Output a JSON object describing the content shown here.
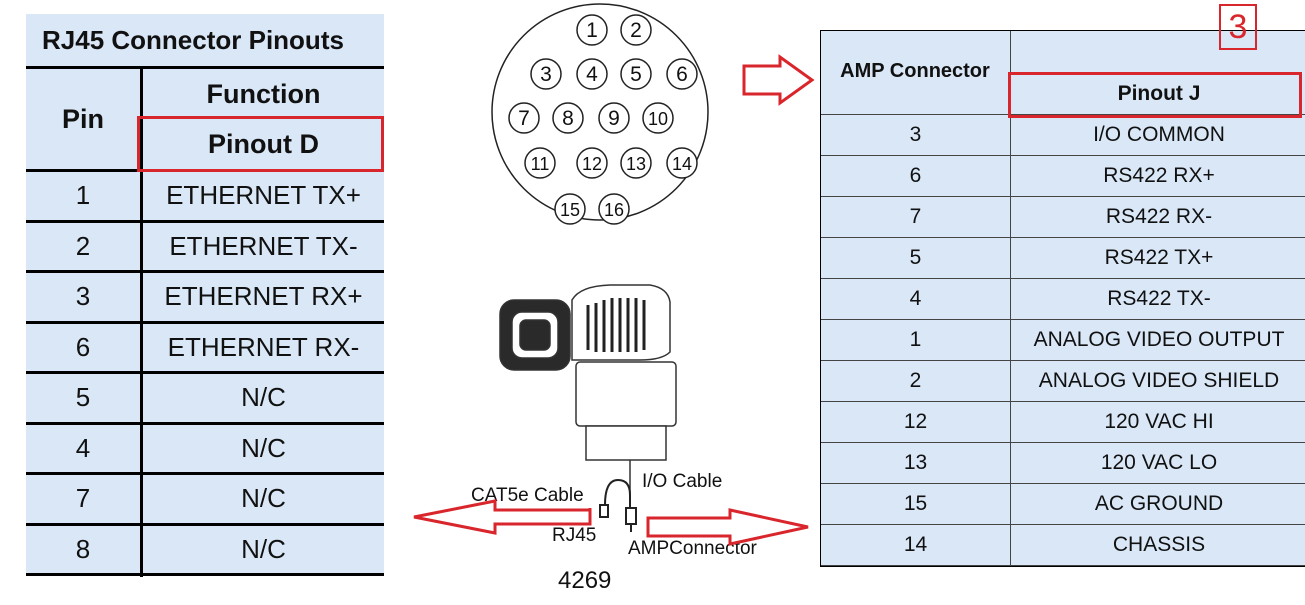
{
  "rj45_table": {
    "title": "RJ45 Connector Pinouts",
    "col_pin": "Pin",
    "col_function": "Function",
    "col_pinout": "Pinout D",
    "rows": [
      {
        "pin": "1",
        "function": "ETHERNET TX+"
      },
      {
        "pin": "2",
        "function": "ETHERNET TX-"
      },
      {
        "pin": "3",
        "function": "ETHERNET RX+"
      },
      {
        "pin": "6",
        "function": "ETHERNET RX-"
      },
      {
        "pin": "5",
        "function": "N/C"
      },
      {
        "pin": "4",
        "function": "N/C"
      },
      {
        "pin": "7",
        "function": "N/C"
      },
      {
        "pin": "8",
        "function": "N/C"
      }
    ]
  },
  "connector_face": {
    "pins": [
      "1",
      "2",
      "3",
      "4",
      "5",
      "6",
      "7",
      "8",
      "9",
      "10",
      "11",
      "12",
      "13",
      "14",
      "15",
      "16"
    ]
  },
  "cable_diagram": {
    "cat5e_label": "CAT5e Cable",
    "io_label": "I/O Cable",
    "rj45_label": "RJ45",
    "amp_label": "AMPConnector",
    "model_number": "4269"
  },
  "amp_table": {
    "col_connector": "AMP Connector",
    "col_pinout": "Pinout J",
    "badge": "3",
    "rows": [
      {
        "pin": "3",
        "function": "I/O COMMON"
      },
      {
        "pin": "6",
        "function": "RS422 RX+"
      },
      {
        "pin": "7",
        "function": "RS422 RX-"
      },
      {
        "pin": "5",
        "function": "RS422 TX+"
      },
      {
        "pin": "4",
        "function": "RS422 TX-"
      },
      {
        "pin": "1",
        "function": "ANALOG VIDEO OUTPUT"
      },
      {
        "pin": "2",
        "function": "ANALOG VIDEO SHIELD"
      },
      {
        "pin": "12",
        "function": "120 VAC HI"
      },
      {
        "pin": "13",
        "function": "120 VAC LO"
      },
      {
        "pin": "15",
        "function": "AC GROUND"
      },
      {
        "pin": "14",
        "function": "CHASSIS"
      }
    ]
  },
  "colors": {
    "table_fill": "#d9e7f7",
    "highlight": "#d9262c"
  }
}
